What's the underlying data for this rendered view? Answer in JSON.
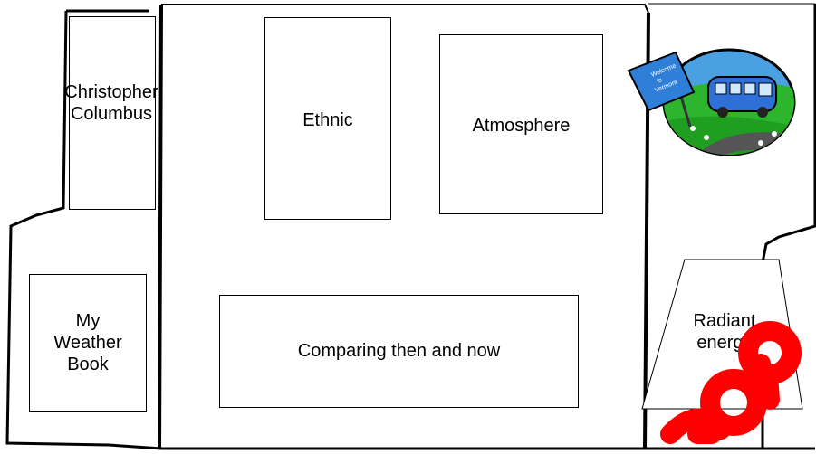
{
  "labels": {
    "christopher_columbus": [
      "Christopher",
      "Columbus"
    ],
    "ethnic": "Ethnic",
    "atmosphere": "Atmosphere",
    "my_weather_book": [
      "My",
      "Weather",
      "Book"
    ],
    "comparing": "Comparing then and now",
    "radiant_energy": [
      "Radiant",
      "energy"
    ],
    "bus_sign": [
      "Welcome",
      "to",
      "Vermont"
    ]
  },
  "icons": {
    "clipart": "bus-landscape-icon",
    "watermark": "watermark-lettering"
  },
  "colors": {
    "outline": "#000000",
    "watermark": "#ff0000",
    "sky": "#4aa0e0",
    "grass": "#2db52d",
    "bus": "#2f6fd8"
  }
}
